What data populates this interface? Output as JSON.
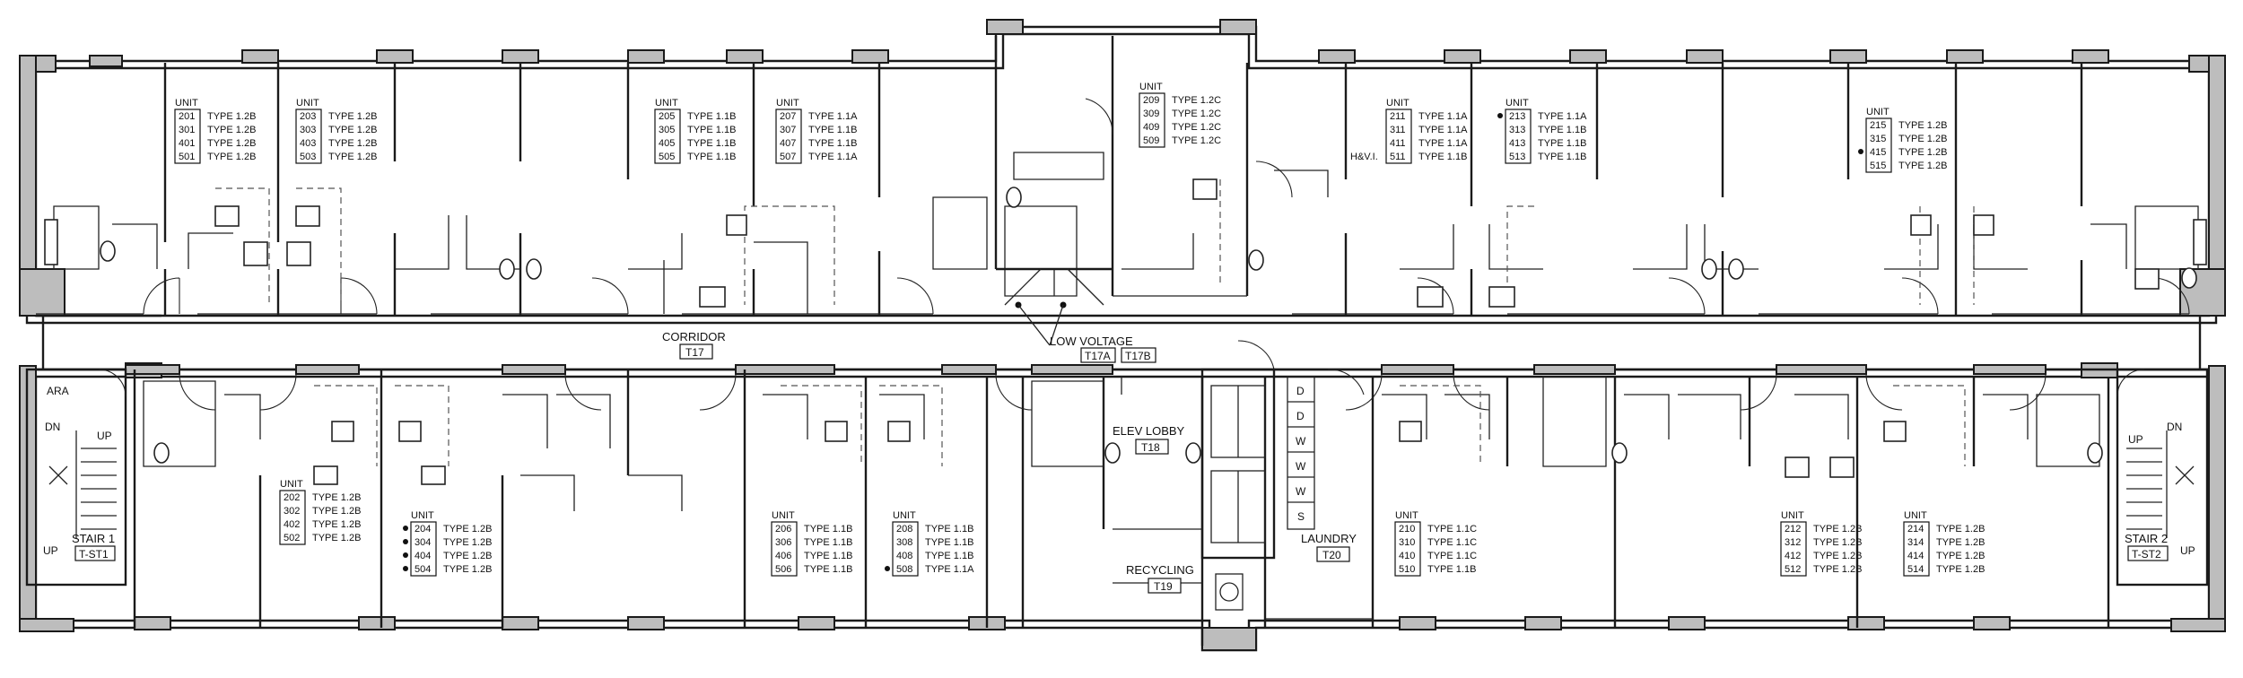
{
  "unit_header": "UNIT",
  "unit_schedules": [
    {
      "id": "sched-201",
      "rows": [
        {
          "unit": "201",
          "type": "TYPE 1.2B"
        },
        {
          "unit": "301",
          "type": "TYPE 1.2B"
        },
        {
          "unit": "401",
          "type": "TYPE 1.2B"
        },
        {
          "unit": "501",
          "type": "TYPE 1.2B"
        }
      ]
    },
    {
      "id": "sched-203",
      "rows": [
        {
          "unit": "203",
          "type": "TYPE 1.2B"
        },
        {
          "unit": "303",
          "type": "TYPE 1.2B"
        },
        {
          "unit": "403",
          "type": "TYPE 1.2B"
        },
        {
          "unit": "503",
          "type": "TYPE 1.2B"
        }
      ]
    },
    {
      "id": "sched-205",
      "rows": [
        {
          "unit": "205",
          "type": "TYPE 1.1B"
        },
        {
          "unit": "305",
          "type": "TYPE 1.1B"
        },
        {
          "unit": "405",
          "type": "TYPE 1.1B"
        },
        {
          "unit": "505",
          "type": "TYPE 1.1B"
        }
      ]
    },
    {
      "id": "sched-207",
      "rows": [
        {
          "unit": "207",
          "type": "TYPE 1.1A"
        },
        {
          "unit": "307",
          "type": "TYPE 1.1B"
        },
        {
          "unit": "407",
          "type": "TYPE 1.1B"
        },
        {
          "unit": "507",
          "type": "TYPE 1.1A"
        }
      ]
    },
    {
      "id": "sched-209",
      "rows": [
        {
          "unit": "209",
          "type": "TYPE 1.2C"
        },
        {
          "unit": "309",
          "type": "TYPE 1.2C"
        },
        {
          "unit": "409",
          "type": "TYPE 1.2C"
        },
        {
          "unit": "509",
          "type": "TYPE 1.2C"
        }
      ]
    },
    {
      "id": "sched-211",
      "rows": [
        {
          "unit": "211",
          "type": "TYPE 1.1A"
        },
        {
          "unit": "311",
          "type": "TYPE 1.1A"
        },
        {
          "unit": "411",
          "type": "TYPE 1.1A"
        },
        {
          "unit": "511",
          "type": "TYPE 1.1B"
        }
      ]
    },
    {
      "id": "sched-213",
      "rows": [
        {
          "unit": "213",
          "type": "TYPE 1.1A"
        },
        {
          "unit": "313",
          "type": "TYPE 1.1B"
        },
        {
          "unit": "413",
          "type": "TYPE 1.1B"
        },
        {
          "unit": "513",
          "type": "TYPE 1.1B"
        }
      ]
    },
    {
      "id": "sched-215",
      "rows": [
        {
          "unit": "215",
          "type": "TYPE 1.2B"
        },
        {
          "unit": "315",
          "type": "TYPE 1.2B"
        },
        {
          "unit": "415",
          "type": "TYPE 1.2B"
        },
        {
          "unit": "515",
          "type": "TYPE 1.2B"
        }
      ]
    },
    {
      "id": "sched-202",
      "rows": [
        {
          "unit": "202",
          "type": "TYPE 1.2B"
        },
        {
          "unit": "302",
          "type": "TYPE 1.2B"
        },
        {
          "unit": "402",
          "type": "TYPE 1.2B"
        },
        {
          "unit": "502",
          "type": "TYPE 1.2B"
        }
      ]
    },
    {
      "id": "sched-204",
      "rows": [
        {
          "unit": "204",
          "type": "TYPE 1.2B"
        },
        {
          "unit": "304",
          "type": "TYPE 1.2B"
        },
        {
          "unit": "404",
          "type": "TYPE 1.2B"
        },
        {
          "unit": "504",
          "type": "TYPE 1.2B"
        }
      ]
    },
    {
      "id": "sched-206",
      "rows": [
        {
          "unit": "206",
          "type": "TYPE 1.1B"
        },
        {
          "unit": "306",
          "type": "TYPE 1.1B"
        },
        {
          "unit": "406",
          "type": "TYPE 1.1B"
        },
        {
          "unit": "506",
          "type": "TYPE 1.1B"
        }
      ]
    },
    {
      "id": "sched-208",
      "rows": [
        {
          "unit": "208",
          "type": "TYPE 1.1B"
        },
        {
          "unit": "308",
          "type": "TYPE 1.1B"
        },
        {
          "unit": "408",
          "type": "TYPE 1.1B"
        },
        {
          "unit": "508",
          "type": "TYPE 1.1A"
        }
      ]
    },
    {
      "id": "sched-210",
      "rows": [
        {
          "unit": "210",
          "type": "TYPE 1.1C"
        },
        {
          "unit": "310",
          "type": "TYPE 1.1C"
        },
        {
          "unit": "410",
          "type": "TYPE 1.1C"
        },
        {
          "unit": "510",
          "type": "TYPE 1.1B"
        }
      ]
    },
    {
      "id": "sched-212",
      "rows": [
        {
          "unit": "212",
          "type": "TYPE 1.2B"
        },
        {
          "unit": "312",
          "type": "TYPE 1.2B"
        },
        {
          "unit": "412",
          "type": "TYPE 1.2B"
        },
        {
          "unit": "512",
          "type": "TYPE 1.2B"
        }
      ]
    },
    {
      "id": "sched-214",
      "rows": [
        {
          "unit": "214",
          "type": "TYPE 1.2B"
        },
        {
          "unit": "314",
          "type": "TYPE 1.2B"
        },
        {
          "unit": "414",
          "type": "TYPE 1.2B"
        },
        {
          "unit": "514",
          "type": "TYPE 1.2B"
        }
      ]
    }
  ],
  "rooms": {
    "corridor": {
      "name": "CORRIDOR",
      "tag": "T17"
    },
    "low_voltage": {
      "name": "LOW VOLTAGE",
      "tag_a": "T17A",
      "tag_b": "T17B"
    },
    "elev_lobby": {
      "name": "ELEV LOBBY",
      "tag": "T18"
    },
    "recycling": {
      "name": "RECYCLING",
      "tag": "T19"
    },
    "laundry": {
      "name": "LAUNDRY",
      "tag": "T20"
    },
    "stair1": {
      "name": "STAIR 1",
      "tag": "T-ST1"
    },
    "stair2": {
      "name": "STAIR 2",
      "tag": "T-ST2"
    },
    "ara": "ARA",
    "hvi": "H&V.I.",
    "dn": "DN",
    "up": "UP"
  },
  "laundry_machines": [
    "D",
    "D",
    "W",
    "W",
    "W",
    "S"
  ]
}
